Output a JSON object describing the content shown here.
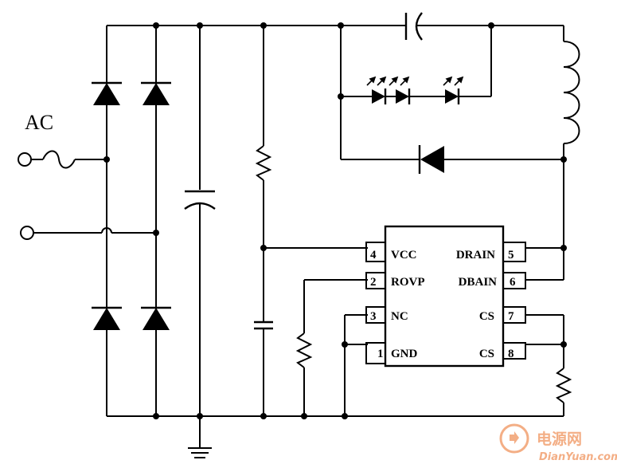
{
  "input_label": "AC",
  "ic": {
    "pins_left": [
      {
        "num": "4",
        "name": "VCC"
      },
      {
        "num": "2",
        "name": "ROVP"
      },
      {
        "num": "3",
        "name": "NC"
      },
      {
        "num": "1",
        "name": "GND"
      }
    ],
    "pins_right": [
      {
        "num": "5",
        "name": "DRAIN"
      },
      {
        "num": "6",
        "name": "DBAIN"
      },
      {
        "num": "7",
        "name": "CS"
      },
      {
        "num": "8",
        "name": "CS"
      }
    ]
  },
  "watermark": {
    "brand": "电源网",
    "url": "DianYuan.com"
  },
  "colors": {
    "ink": "#000000",
    "watermark": "#f2a070"
  }
}
